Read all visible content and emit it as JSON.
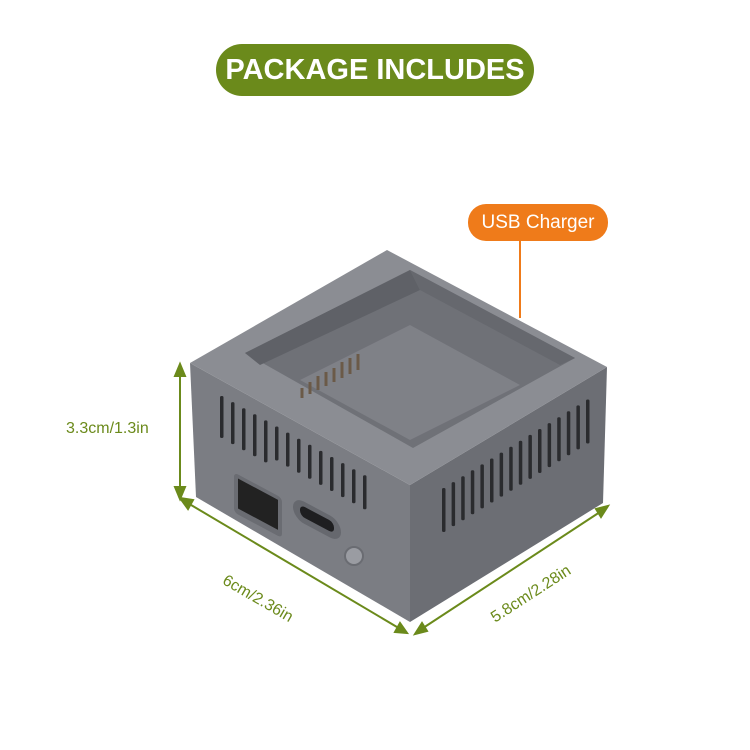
{
  "header": {
    "title": "PACKAGE INCLUDES"
  },
  "callout": {
    "label": "USB Charger"
  },
  "dimensions": {
    "height": "3.3cm/1.3in",
    "width": "6cm/2.36in",
    "depth": "5.8cm/2.28in"
  },
  "colors": {
    "header_bg": "#6b8a1b",
    "callout_bg": "#ef7b1a",
    "dimension_lines": "#6b8a1b",
    "product_body": "#7a7c82"
  }
}
